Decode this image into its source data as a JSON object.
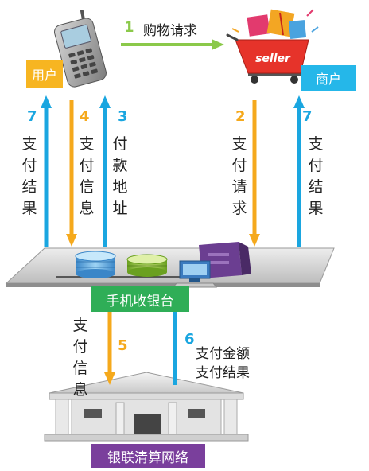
{
  "colors": {
    "blue": "#1aa6e0",
    "orange": "#f5a91c",
    "green_arrow": "#8bc94a",
    "user_box": "#f7b521",
    "merchant_box": "#25b7e9",
    "cashier_box": "#2fae57",
    "unionpay_box": "#7a3f9c"
  },
  "icons": [
    "mobile-phone-icon",
    "shopping-cart-icon",
    "database-icon",
    "computer-icon",
    "bank-building-icon"
  ],
  "labels": {
    "user": "用户",
    "merchant": "商户",
    "cashier": "手机收银台",
    "unionpay": "银联清算网络",
    "seller_tag": "seller"
  },
  "steps": {
    "s1": {
      "num": "1",
      "text": "购物请求"
    },
    "s2": {
      "num": "2",
      "text": "支付请求"
    },
    "s3": {
      "num": "3",
      "text": "付款地址"
    },
    "s4": {
      "num": "4",
      "text": "支付信息"
    },
    "s5": {
      "num": "5",
      "text": "支付信息"
    },
    "s6": {
      "num": "6",
      "line1": "支付金额",
      "line2": "支付结果"
    },
    "s7_left": {
      "num": "7",
      "text": "支付结果"
    },
    "s7_right": {
      "num": "7",
      "text": "支付结果"
    }
  }
}
